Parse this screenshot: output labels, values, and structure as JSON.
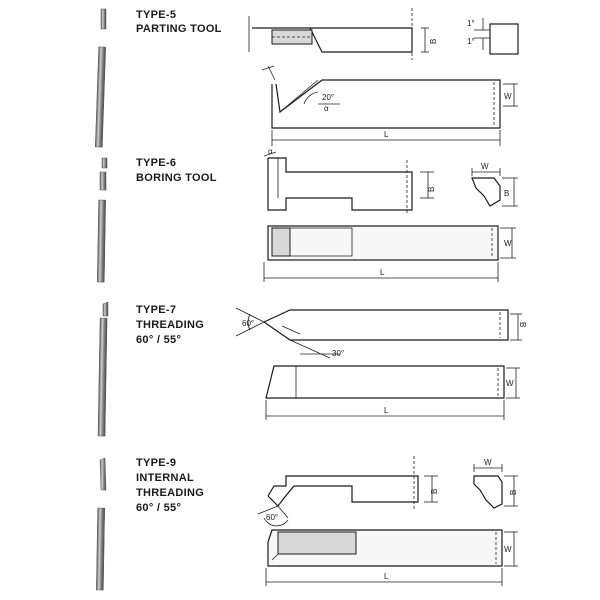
{
  "tools": [
    {
      "title_line1": "TYPE-5",
      "title_line2": "PARTING TOOL",
      "title_line3": "",
      "title_line4": "",
      "angle_labels": [
        "20°",
        "α"
      ],
      "dim_labels": {
        "width": "W",
        "length": "L",
        "height": "B",
        "tab_top": "1°",
        "tab_bottom": "1°"
      }
    },
    {
      "title_line1": "TYPE-6",
      "title_line2": "BORING TOOL",
      "title_line3": "",
      "title_line4": "",
      "angle_labels": [
        "α"
      ],
      "dim_labels": {
        "width": "W",
        "length": "L",
        "height": "B"
      }
    },
    {
      "title_line1": "TYPE-7",
      "title_line2": "THREADING",
      "title_line3": "60° / 55°",
      "title_line4": "",
      "angle_labels": [
        "60°",
        "30°"
      ],
      "dim_labels": {
        "width": "W",
        "length": "L",
        "height": "B"
      }
    },
    {
      "title_line1": "TYPE-9",
      "title_line2": "INTERNAL",
      "title_line3": "THREADING",
      "title_line4": "60° / 55°",
      "angle_labels": [
        "60°"
      ],
      "dim_labels": {
        "width": "W",
        "length": "L",
        "height": "B"
      }
    }
  ],
  "colors": {
    "line": "#1a1a1a",
    "metal_light": "#e8e8e8",
    "metal_dark": "#6a6a6a"
  }
}
